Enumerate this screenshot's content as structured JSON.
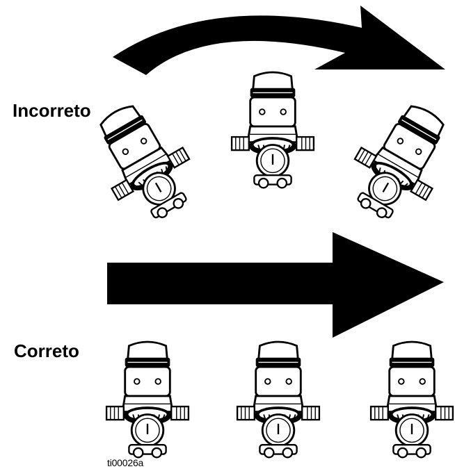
{
  "labels": {
    "incorrect": "Incorreto",
    "correct": "Correto",
    "figure_id": "ti00026a"
  },
  "colors": {
    "ink": "#000000",
    "paper": "#ffffff",
    "shade": "#bdbdbd"
  },
  "rows": {
    "incorrect": {
      "arrow": "curved-arrow",
      "gun_orientations_deg": [
        -30,
        0,
        30
      ]
    },
    "correct": {
      "arrow": "straight-arrow",
      "gun_orientations_deg": [
        0,
        0,
        0
      ]
    }
  }
}
